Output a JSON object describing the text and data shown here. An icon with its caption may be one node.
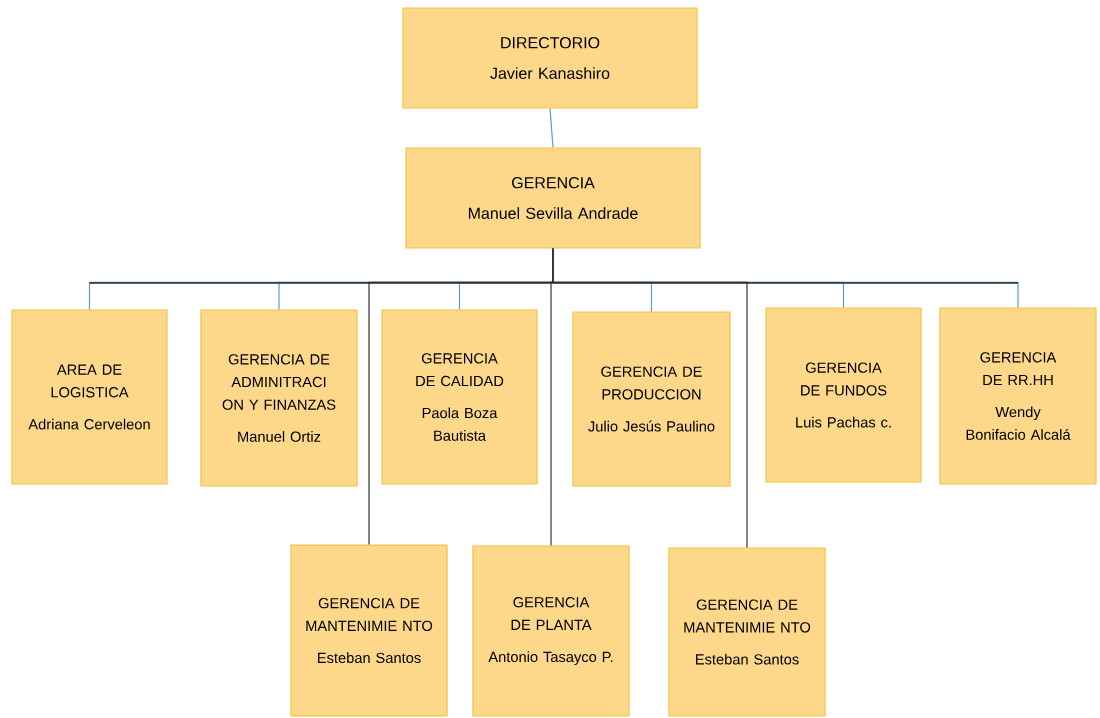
{
  "diagram": {
    "nodes": [
      {
        "text": [
          "DIRECTORIO",
          "Javier Kanashiro"
        ]
      },
      {
        "text": [
          "GERENCIA",
          "Manuel Sevilla Andrade"
        ]
      },
      {
        "text": [
          "AREA DE LOGISTICA",
          "Adriana Cerveleon"
        ]
      },
      {
        "text": [
          "GERENCIA DE ADMINITRACI ON Y FINANZAS",
          "Manuel Ortiz"
        ]
      },
      {
        "text": [
          "GERENCIA DE CALIDAD",
          "Paola Boza Bautista"
        ]
      },
      {
        "text": [
          "GERENCIA DE PRODUCCION",
          "Julio Jesús Paulino"
        ]
      },
      {
        "text": [
          "GERENCIA DE FUNDOS",
          "Luis Pachas c."
        ]
      },
      {
        "text": [
          "GERENCIA DE RR.HH",
          "Wendy Bonifacio Alcalá"
        ]
      },
      {
        "text": [
          "GERENCIA DE MANTENIMIE NTO",
          "Esteban Santos"
        ]
      },
      {
        "text": [
          "GERENCIA DE PLANTA",
          "Antonio Tasayco P."
        ]
      },
      {
        "text": [
          "GERENCIA DE MANTENIMIE NTO",
          "Esteban Santos"
        ]
      }
    ],
    "edges": [
      {
        "from": 0,
        "to": 1,
        "arrow": "none"
      },
      {
        "from": 1,
        "to": 2,
        "arrow": "none"
      },
      {
        "from": 1,
        "to": 3,
        "arrow": "none"
      },
      {
        "from": 1,
        "to": 4,
        "arrow": "none"
      },
      {
        "from": 1,
        "to": 5,
        "arrow": "none"
      },
      {
        "from": 1,
        "to": 6,
        "arrow": "none"
      },
      {
        "from": 1,
        "to": 7,
        "arrow": "none"
      },
      {
        "from": 1,
        "to": 8,
        "arrow": "none",
        "color": "#333333"
      },
      {
        "from": 1,
        "to": 9,
        "arrow": "none",
        "color": "#333333"
      },
      {
        "from": 1,
        "to": 10,
        "arrow": "none",
        "color": "#333333"
      }
    ]
  }
}
